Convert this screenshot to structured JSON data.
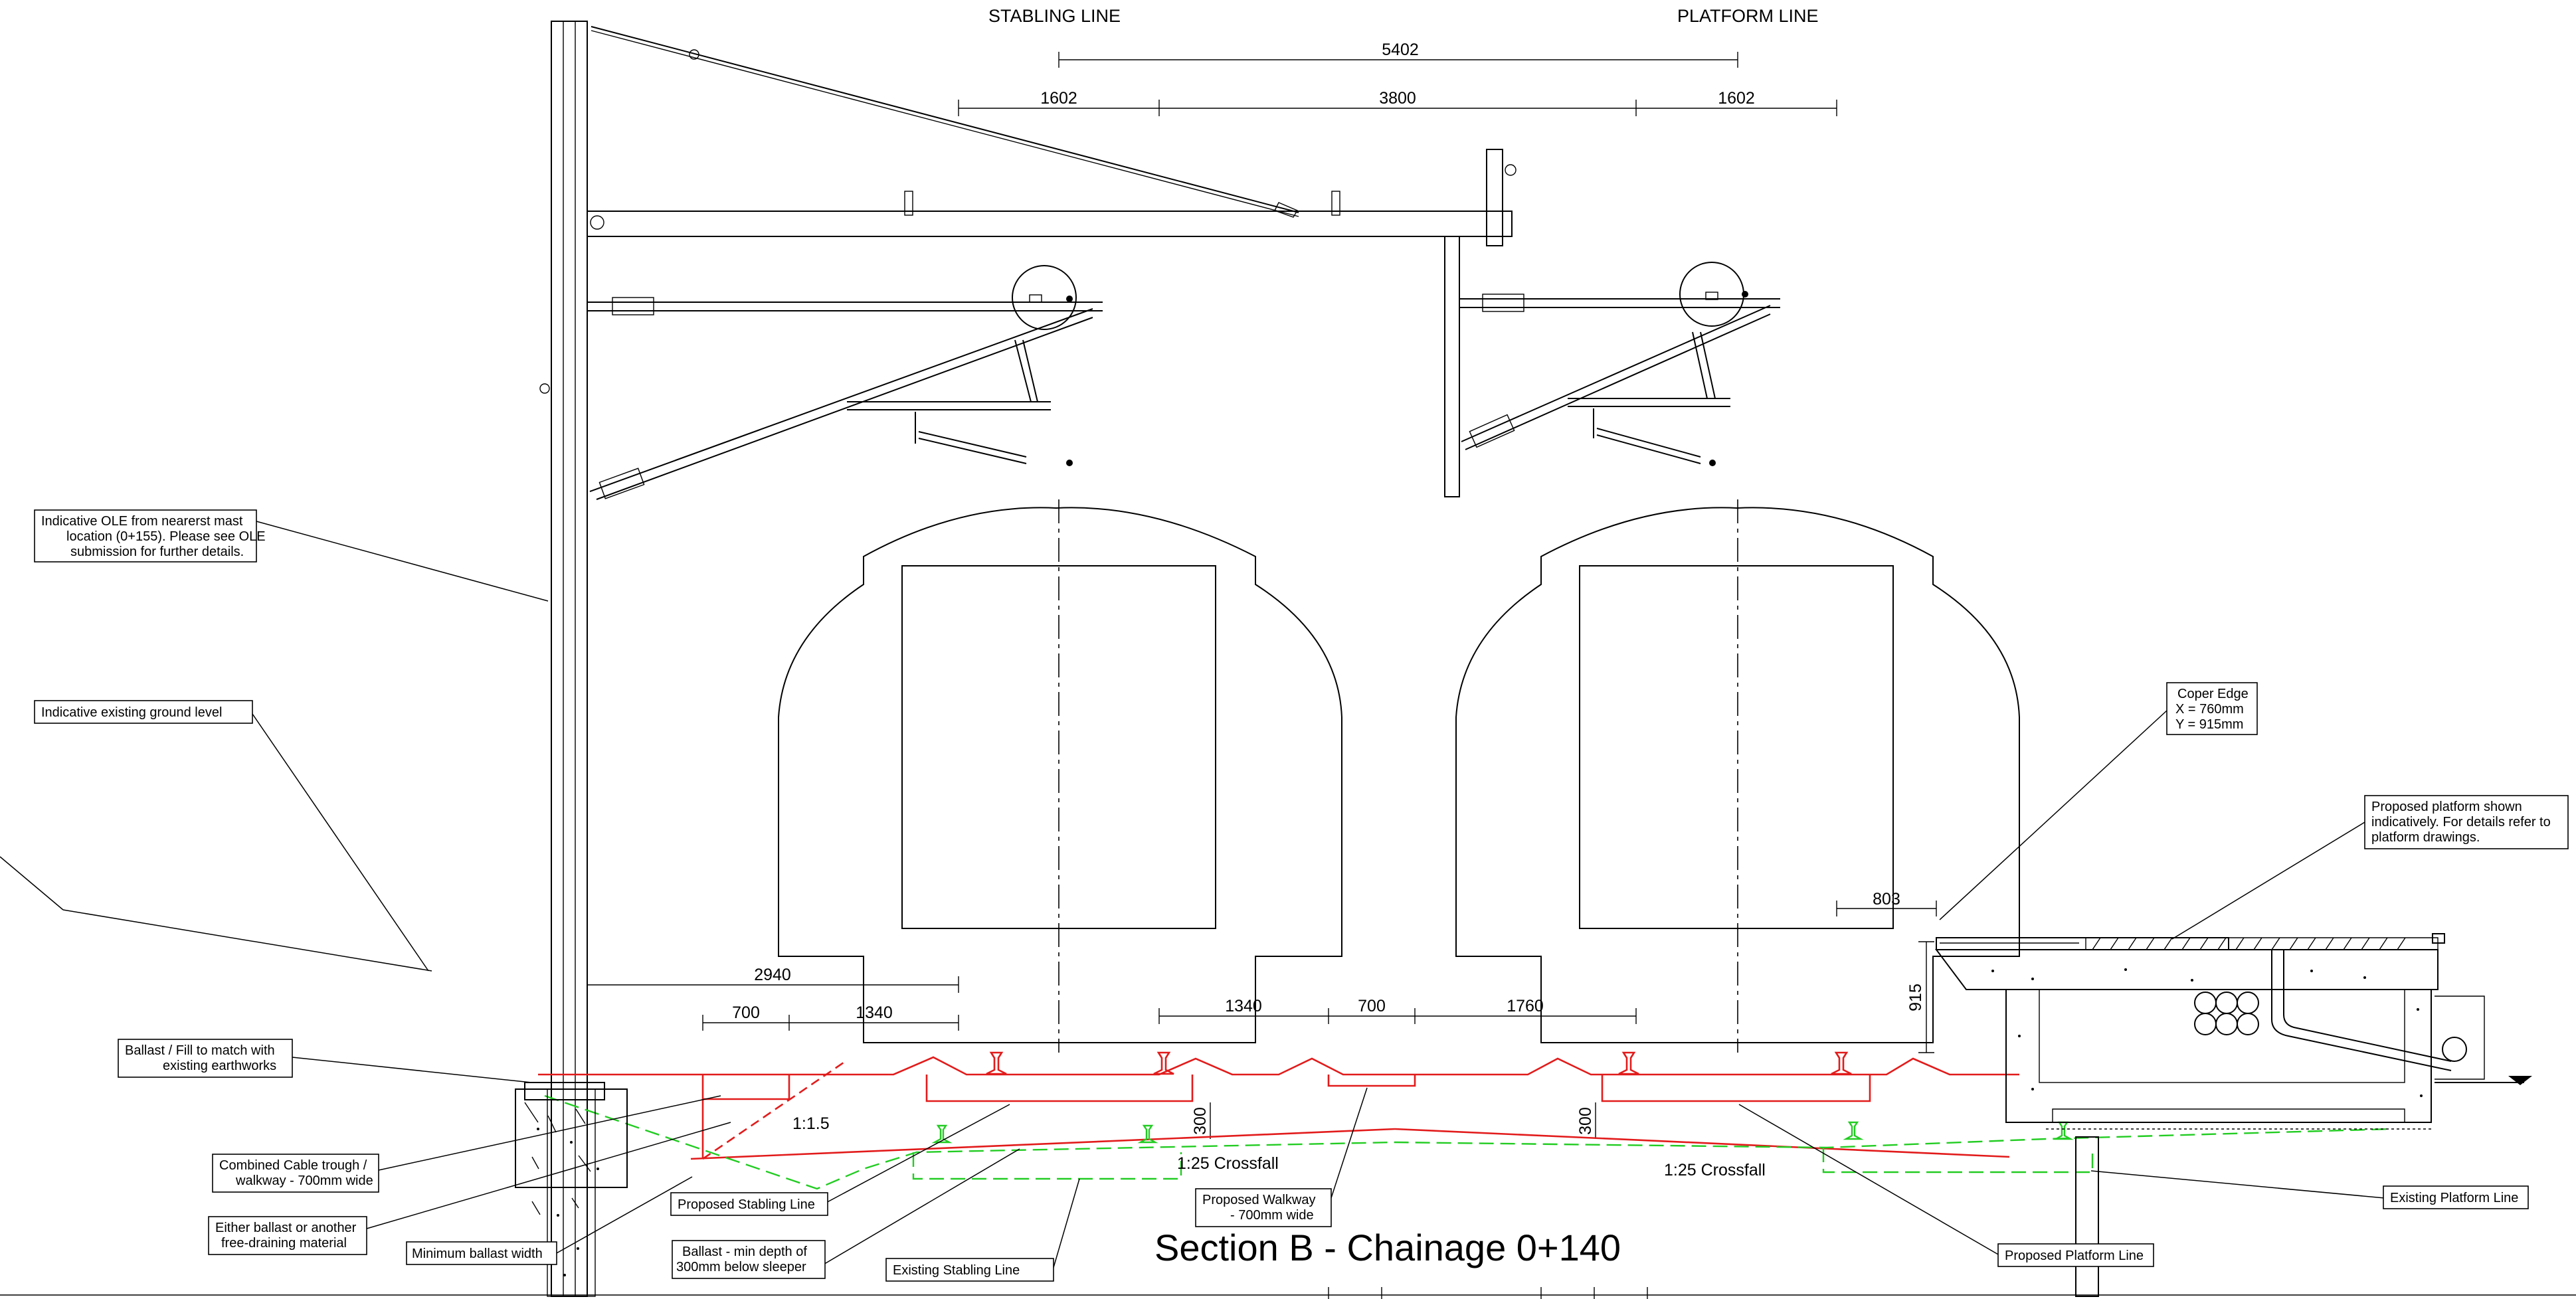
{
  "section_title": "Section B - Chainage 0+140",
  "headers": {
    "stabling_line": "STABLING LINE",
    "platform_line": "PLATFORM LINE"
  },
  "dimensions": {
    "track_centres": "5402",
    "gauge_left": "1602",
    "six_foot": "3800",
    "gauge_right": "1602",
    "mast_to_track": "2940",
    "walkway_left": "700",
    "ballast_left": "1340",
    "ballast_mid": "1340",
    "walkway_mid": "700",
    "platform_offset": "1760",
    "coper_offset": "803",
    "platform_height": "915",
    "sleeper_depth_left": "300",
    "sleeper_depth_right": "300"
  },
  "slopes": {
    "embankment": "1:1.5",
    "crossfall_left": "1:25 Crossfall",
    "crossfall_right": "1:25 Crossfall"
  },
  "callouts": {
    "ole": [
      "Indicative OLE from nearerst mast",
      "location (0+155). Please see OLE",
      "submission for further details."
    ],
    "ground_level": "Indicative existing ground level",
    "ballast_fill": [
      "Ballast / Fill to match with",
      "existing earthworks"
    ],
    "cable_trough": [
      "Combined Cable trough /",
      "walkway - 700mm wide"
    ],
    "free_draining": [
      "Either ballast or another",
      "free-draining material"
    ],
    "min_ballast": "Minimum ballast width",
    "proposed_stabling": "Proposed Stabling Line",
    "ballast_depth": [
      "Ballast - min depth of",
      "300mm below sleeper"
    ],
    "existing_stabling": "Existing Stabling Line",
    "proposed_walkway": [
      "Proposed Walkway",
      "- 700mm wide"
    ],
    "proposed_platform_line": "Proposed Platform Line",
    "existing_platform_line": "Existing Platform Line",
    "coper_edge": [
      "Coper Edge",
      "X = 760mm",
      "Y = 915mm"
    ],
    "proposed_platform": [
      "Proposed platform shown",
      "indicatively. For details refer to",
      "platform drawings."
    ]
  },
  "colors": {
    "proposed": "#e21b1b",
    "existing": "#22cc22",
    "linework": "#000000"
  }
}
